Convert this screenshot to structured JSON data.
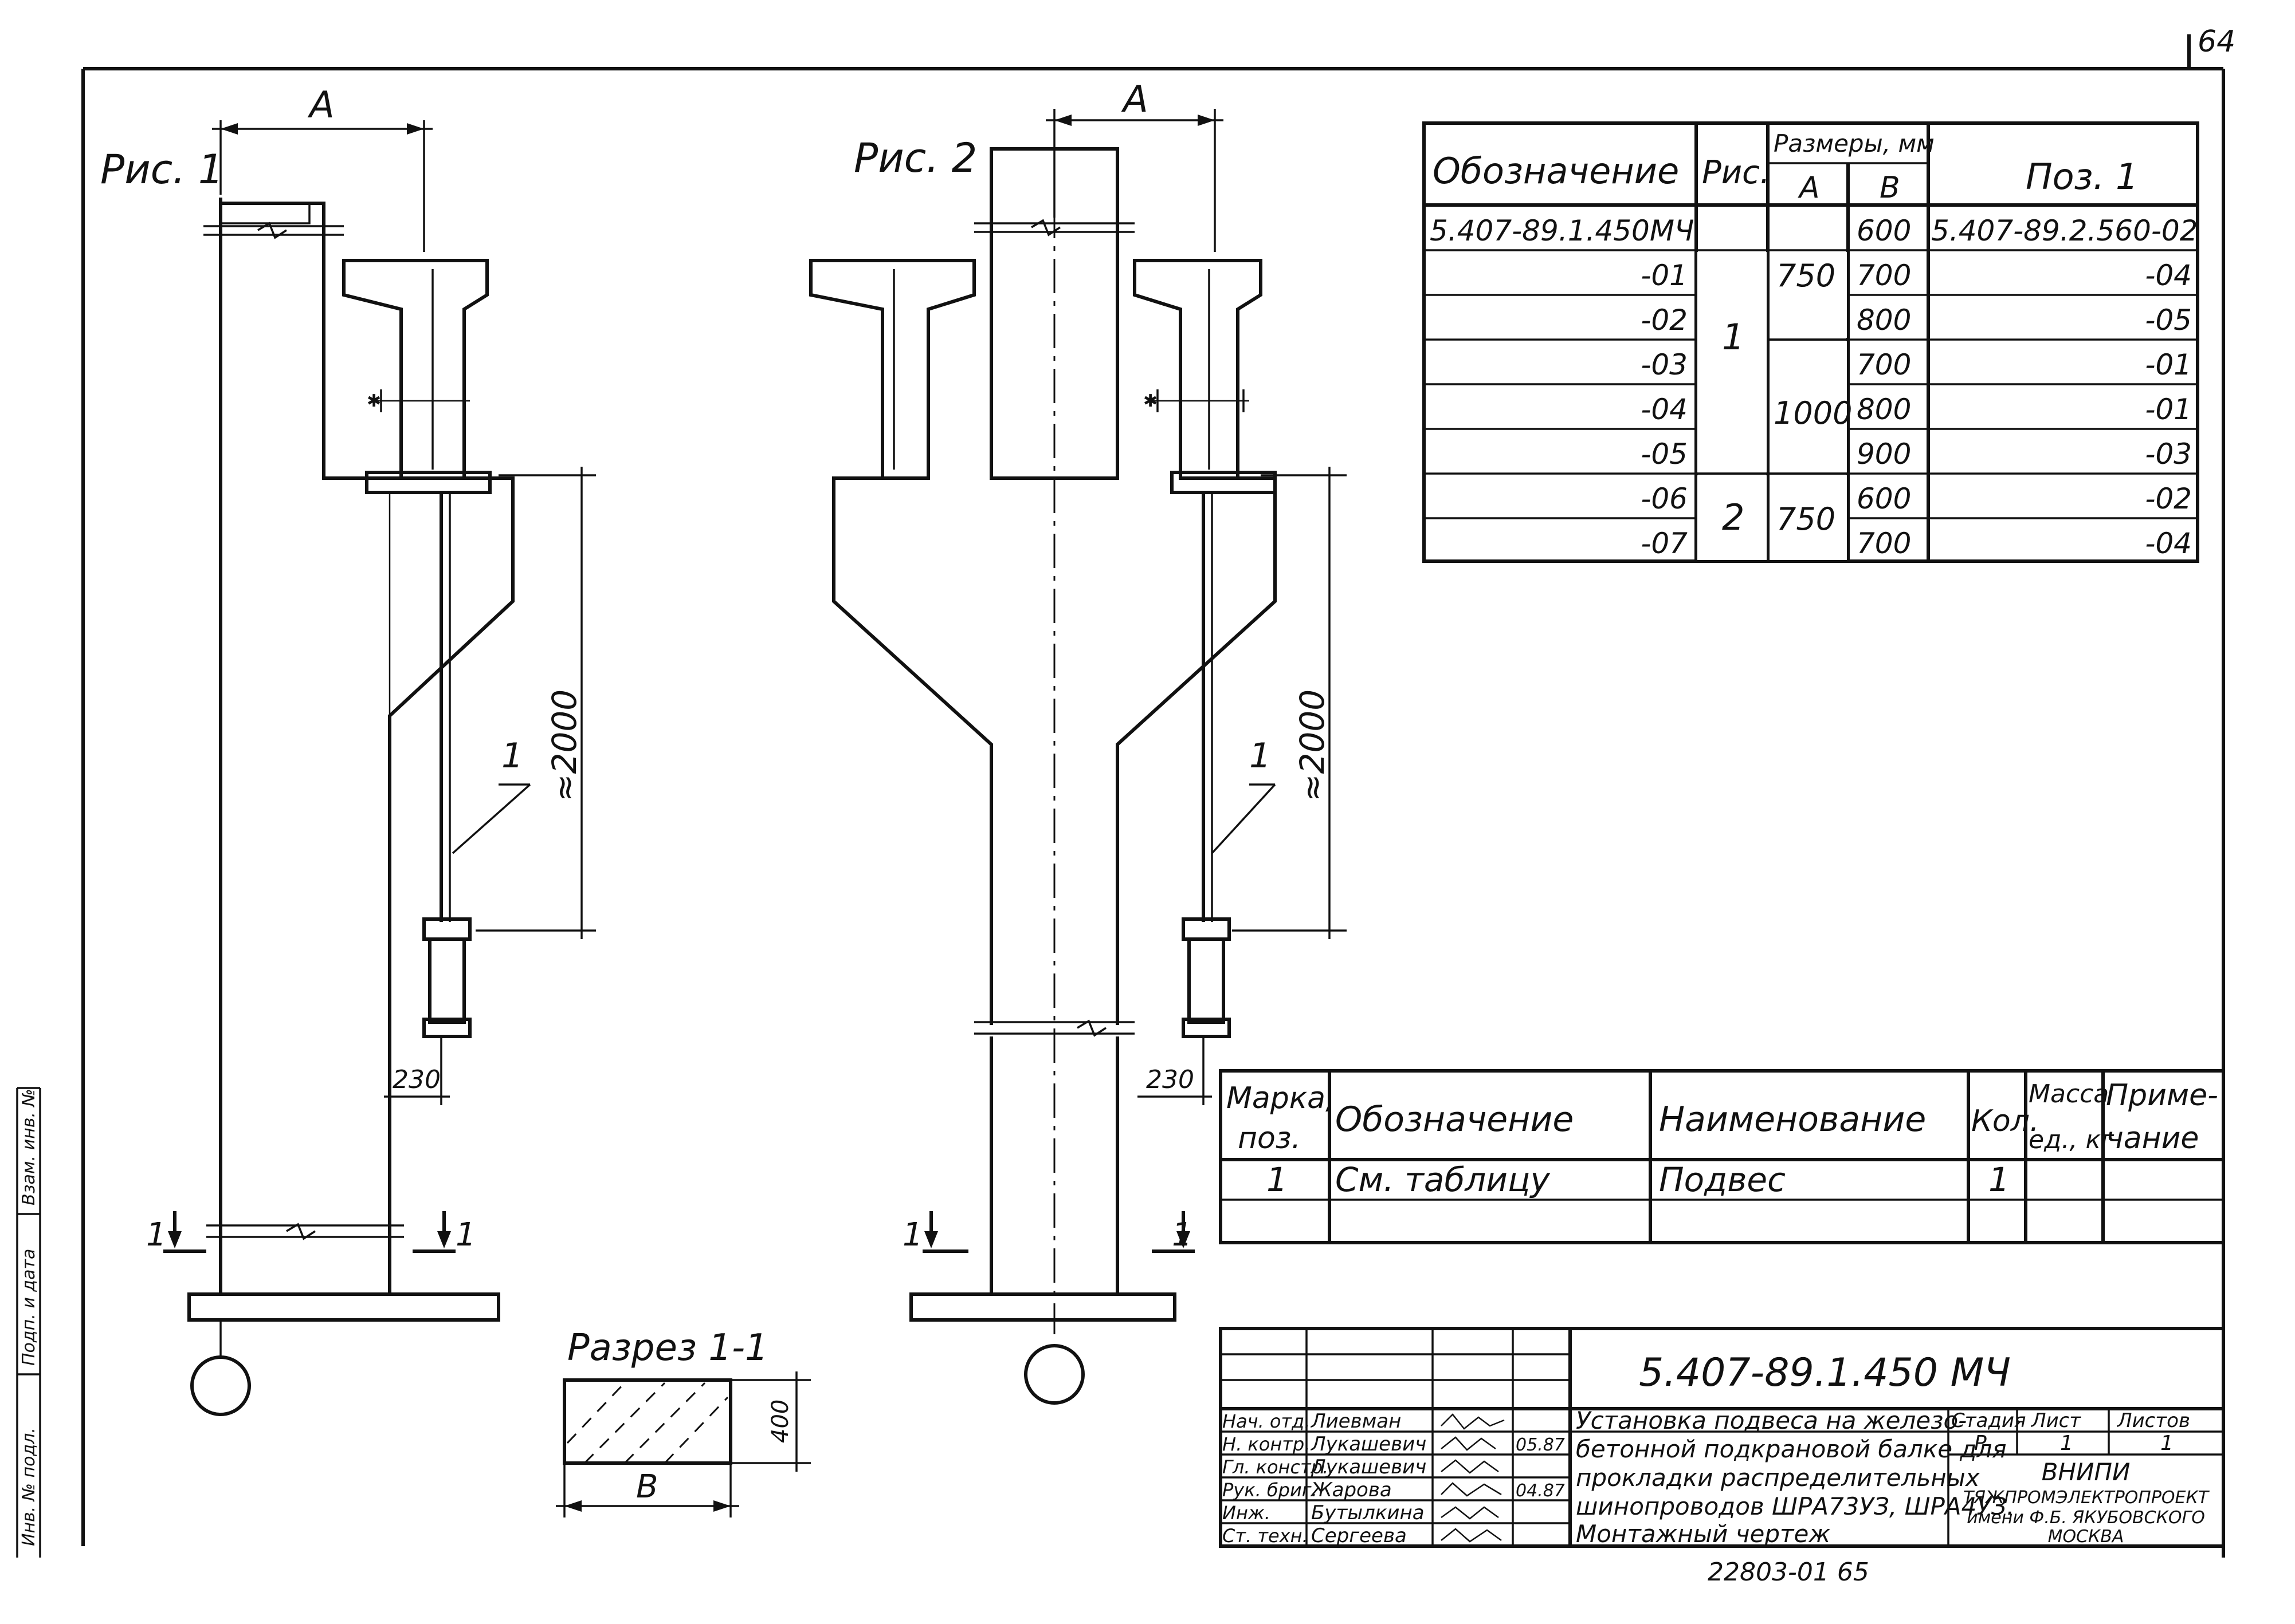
{
  "sheet": {
    "page_number": "64",
    "bottom_number": "22803-01  65",
    "side_stamp": [
      "Взам. инв. №",
      "Подп. и дата",
      "Инв. № подл."
    ]
  },
  "figures": {
    "fig1_title": "Рис. 1",
    "fig2_title": "Рис. 2",
    "dim_A": "A",
    "dim_2000": "≈2000",
    "dim_230": "230",
    "pos_callout": "1",
    "section_mark": "1",
    "section_title": "Разрез 1-1",
    "section_dim_400": "400",
    "section_dim_B": "B"
  },
  "size_table": {
    "headers": {
      "designation": "Обозначение",
      "fig": "Рис.",
      "sizes": "Размеры, мм",
      "a": "A",
      "b": "B",
      "pos": "Поз. 1"
    },
    "rows": [
      {
        "designation": "5.407-89.1.450МЧ",
        "b": "600",
        "pos": "5.407-89.2.560-02"
      },
      {
        "designation": "-01",
        "b": "700",
        "pos": "-04"
      },
      {
        "designation": "-02",
        "b": "800",
        "pos": "-05"
      },
      {
        "designation": "-03",
        "b": "700",
        "pos": "-01"
      },
      {
        "designation": "-04",
        "b": "800",
        "pos": "-01"
      },
      {
        "designation": "-05",
        "b": "900",
        "pos": "-03"
      },
      {
        "designation": "-06",
        "b": "600",
        "pos": "-02"
      },
      {
        "designation": "-07",
        "b": "700",
        "pos": "-04"
      }
    ],
    "fig_groups": [
      "1",
      "2"
    ],
    "a_groups": [
      "750",
      "1000",
      "750"
    ]
  },
  "spec_table": {
    "headers": {
      "mark_1": "Марка,",
      "mark_2": "поз.",
      "designation": "Обозначение",
      "name": "Наименование",
      "qty": "Кол.",
      "mass_1": "Масса",
      "mass_2": "ед., кг",
      "note_1": "Приме-",
      "note_2": "чание"
    },
    "row": {
      "mark": "1",
      "designation": "См. таблицу",
      "name": "Подвес",
      "qty": "1",
      "mass": "",
      "note": ""
    }
  },
  "title_block": {
    "code": "5.407-89.1.450 МЧ",
    "roles": [
      "Нач. отд.",
      "Н. контр.",
      "Гл. констр.",
      "Рук. бриг.",
      "Инж.",
      "Ст. техн."
    ],
    "names": [
      "Лиевман",
      "Лукашевич",
      "Лукашевич",
      "Жарова",
      "Бутылкина",
      "Сергеева"
    ],
    "date_1": "05.87",
    "date_2": "04.87",
    "title_lines": [
      "Установка подвеса на железо-",
      "бетонной подкрановой балке для",
      "прокладки распределительных",
      "шинопроводов ШРА73УЗ, ШРА4УЗ.",
      "Монтажный чертеж"
    ],
    "stage_label": "Стадия",
    "sheet_label": "Лист",
    "sheets_label": "Листов",
    "stage": "Р",
    "sheet": "1",
    "sheets": "1",
    "org_lines": [
      "ВНИПИ",
      "ТЯЖПРОМЭЛЕКТРОПРОЕКТ",
      "имени Ф.Б. ЯКУБОВСКОГО",
      "МОСКВА"
    ]
  }
}
